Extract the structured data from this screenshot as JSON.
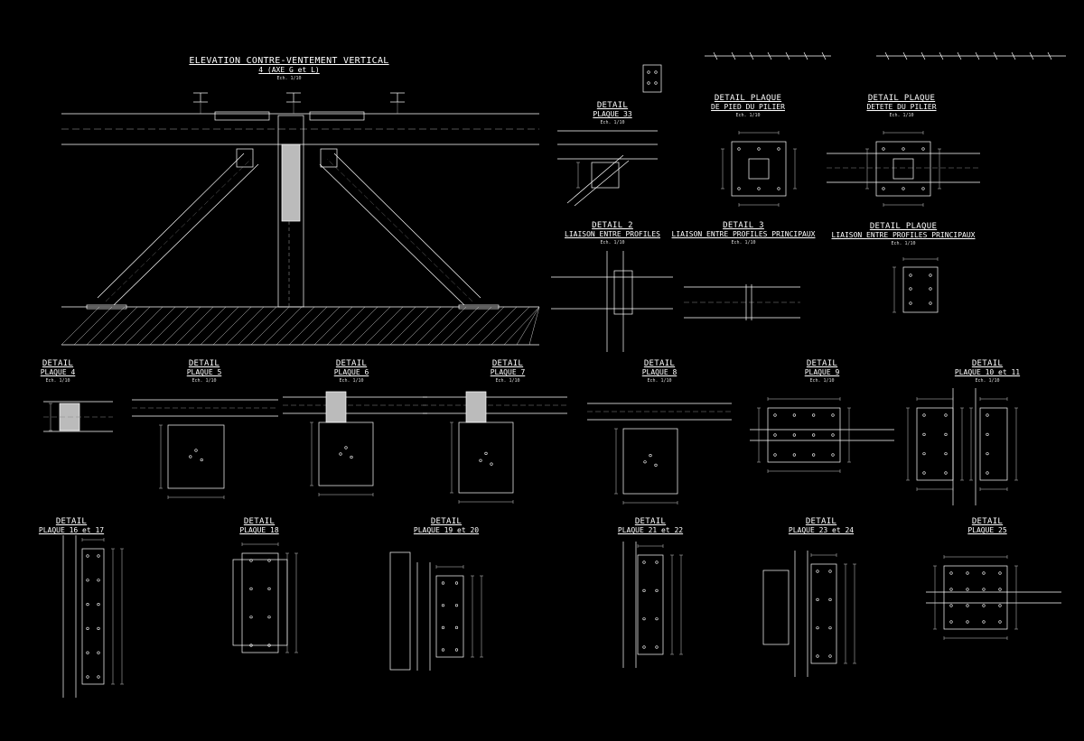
{
  "drawing": {
    "elevation": {
      "title": "ELEVATION CONTRE-VENTEMENT VERTICAL",
      "subtitle": "4 (AXE G et L)",
      "scale": "Ech. 1/10"
    },
    "details": [
      {
        "id": "plaque-33",
        "title": "DETAIL",
        "subtitle": "PLAQUE 33",
        "scale": "Ech. 1/10"
      },
      {
        "id": "pied-pilier",
        "title": "DETAIL PLAQUE",
        "subtitle": "DE PIED DU PILIER",
        "scale": "Ech. 1/10"
      },
      {
        "id": "tete-pilier",
        "title": "DETAIL PLAQUE",
        "subtitle": "DETETE DU PILIER",
        "scale": "Ech. 1/10"
      },
      {
        "id": "detail-2",
        "title": "DETAIL 2",
        "subtitle": "LIAISON ENTRE PROFILES",
        "scale": "Ech. 1/10"
      },
      {
        "id": "detail-3",
        "title": "DETAIL 3",
        "subtitle": "LIAISON ENTRE PROFILES PRINCIPAUX",
        "scale": "Ech. 1/10"
      },
      {
        "id": "plaque-liaison",
        "title": "DETAIL PLAQUE",
        "subtitle": "LIAISON ENTRE PROFILES PRINCIPAUX",
        "scale": "Ech. 1/10"
      },
      {
        "id": "plaque-4",
        "title": "DETAIL",
        "subtitle": "PLAQUE 4",
        "scale": "Ech. 1/10"
      },
      {
        "id": "plaque-5",
        "title": "DETAIL",
        "subtitle": "PLAQUE 5",
        "scale": "Ech. 1/10"
      },
      {
        "id": "plaque-6",
        "title": "DETAIL",
        "subtitle": "PLAQUE 6",
        "scale": "Ech. 1/10"
      },
      {
        "id": "plaque-7",
        "title": "DETAIL",
        "subtitle": "PLAQUE 7",
        "scale": "Ech. 1/10"
      },
      {
        "id": "plaque-8",
        "title": "DETAIL",
        "subtitle": "PLAQUE 8",
        "scale": "Ech. 1/10"
      },
      {
        "id": "plaque-9",
        "title": "DETAIL",
        "subtitle": "PLAQUE 9",
        "scale": "Ech. 1/10"
      },
      {
        "id": "plaque-10-11",
        "title": "DETAIL",
        "subtitle": "PLAQUE 10 et 11",
        "scale": "Ech. 1/10"
      },
      {
        "id": "plaque-16-17",
        "title": "DETAIL",
        "subtitle": "PLAQUE 16 et 17"
      },
      {
        "id": "plaque-18",
        "title": "DETAIL",
        "subtitle": "PLAQUE 18"
      },
      {
        "id": "plaque-19-20",
        "title": "DETAIL",
        "subtitle": "PLAQUE 19 et 20"
      },
      {
        "id": "plaque-21-22",
        "title": "DETAIL",
        "subtitle": "PLAQUE 21 et 22"
      },
      {
        "id": "plaque-23-24",
        "title": "DETAIL",
        "subtitle": "PLAQUE 23 et 24"
      },
      {
        "id": "plaque-25",
        "title": "DETAIL",
        "subtitle": "PLAQUE 25"
      }
    ]
  }
}
